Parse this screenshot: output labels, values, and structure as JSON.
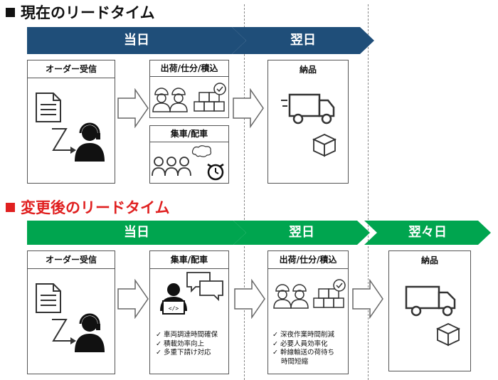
{
  "current": {
    "title": "現在のリードタイム",
    "color": "#1F4E79",
    "bands": {
      "day1": "当日",
      "day2": "翌日"
    },
    "boxes": {
      "order": "オーダー受信",
      "ship": "出荷/仕分/積込",
      "collect": "集車/配車",
      "deliver": "納品"
    }
  },
  "changed": {
    "title": "変更後のリードタイム",
    "title_color": "#E02020",
    "color": "#00A54F",
    "bands": {
      "day1": "当日",
      "day2": "翌日",
      "day3": "翌々日"
    },
    "boxes": {
      "order": "オーダー受信",
      "collect": "集車/配車",
      "ship": "出荷/仕分/積込",
      "deliver": "納品"
    },
    "collect_bullets": [
      "車両調達時間確保",
      "積載効率向上",
      "多重下請け対応"
    ],
    "ship_bullets": [
      "深夜作業時間削減",
      "必要人員効率化",
      "幹線輸送の荷待ち",
      "時間短縮"
    ]
  },
  "icons": [
    "document-icon",
    "operator-icon",
    "workers-icon",
    "boxes-icon",
    "group-icon",
    "thought-bubble-icon",
    "alarm-clock-icon",
    "truck-icon",
    "box-icon",
    "laptop-person-icon",
    "speech-bubbles-icon",
    "check-icon"
  ]
}
